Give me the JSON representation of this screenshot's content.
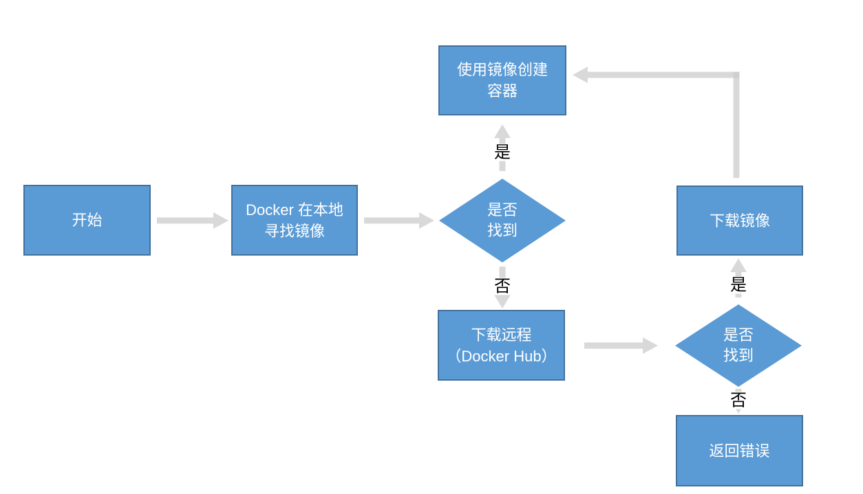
{
  "colors": {
    "canvas_bg": "#ffffff",
    "node_fill": "#5b9bd5",
    "node_border": "#41719c",
    "node_text": "#ffffff",
    "arrow_color": "#d9d9d9",
    "label_color": "#000000"
  },
  "nodes": {
    "start": {
      "label": "开始"
    },
    "local_search": {
      "label": "Docker 在本地\n寻找镜像"
    },
    "decision_local": {
      "label": "是否\n找到"
    },
    "create_container": {
      "label": "使用镜像创建\n容器"
    },
    "download_remote": {
      "label": "下载远程\n（Docker Hub）"
    },
    "decision_remote": {
      "label": "是否\n找到"
    },
    "download_image": {
      "label": "下载镜像"
    },
    "return_error": {
      "label": "返回错误"
    }
  },
  "edges": {
    "decision_local_yes": {
      "label": "是"
    },
    "decision_local_no": {
      "label": "否"
    },
    "decision_remote_yes": {
      "label": "是"
    },
    "decision_remote_no": {
      "label": "否"
    }
  }
}
